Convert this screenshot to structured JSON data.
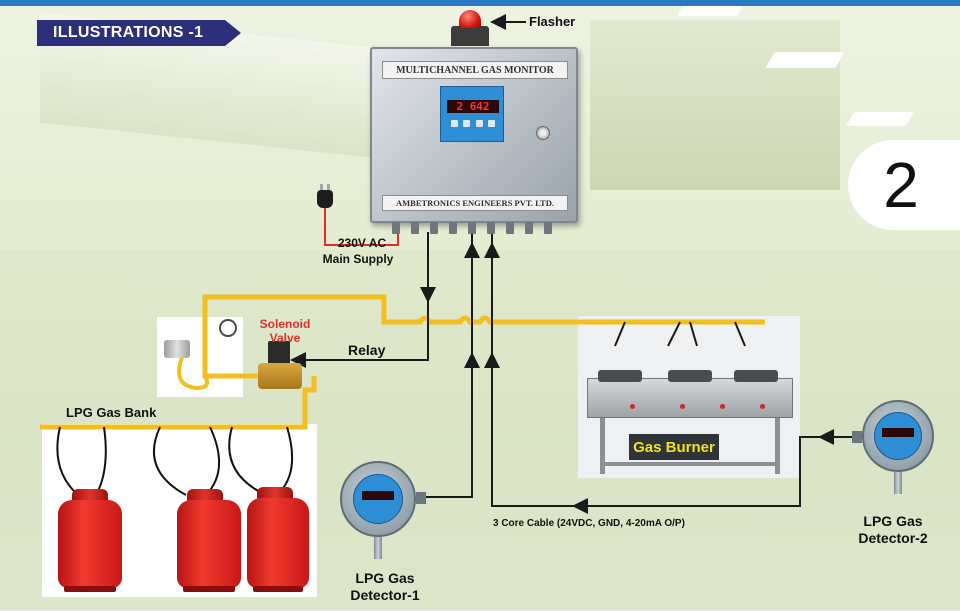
{
  "header": {
    "ribbon_label": "ILLUSTRATIONS -1",
    "page_number": "2"
  },
  "monitor": {
    "title": "MULTICHANNEL GAS MONITOR",
    "maker": "AMBETRONICS ENGINEERS PVT. LTD.",
    "display_left": "2",
    "display_right": "642"
  },
  "labels": {
    "flasher": "Flasher",
    "power_line1": "230V AC",
    "power_line2": "Main Supply",
    "solenoid_line1": "Solenoid",
    "solenoid_line2": "Valve",
    "relay": "Relay",
    "gas_bank": "LPG Gas Bank",
    "gas_burner": "Gas Burner",
    "cable": "3 Core Cable (24VDC, GND, 4-20mA O/P)",
    "detector1_line1": "LPG Gas",
    "detector1_line2": "Detector-1",
    "detector2_line1": "LPG Gas",
    "detector2_line2": "Detector-2"
  },
  "colors": {
    "ribbon": "#2c2f7a",
    "pipe": "#f2c01e",
    "power_wire": "#e0302a",
    "signal_wire": "#1a1a1a",
    "cylinder": "#e5342a",
    "display": "#2f8fd6",
    "burner_label_text": "#f2e21c"
  },
  "icons": {
    "flasher": "red-beacon-icon",
    "plug": "power-plug-icon",
    "pressure_gauge": "pressure-gauge-icon"
  }
}
